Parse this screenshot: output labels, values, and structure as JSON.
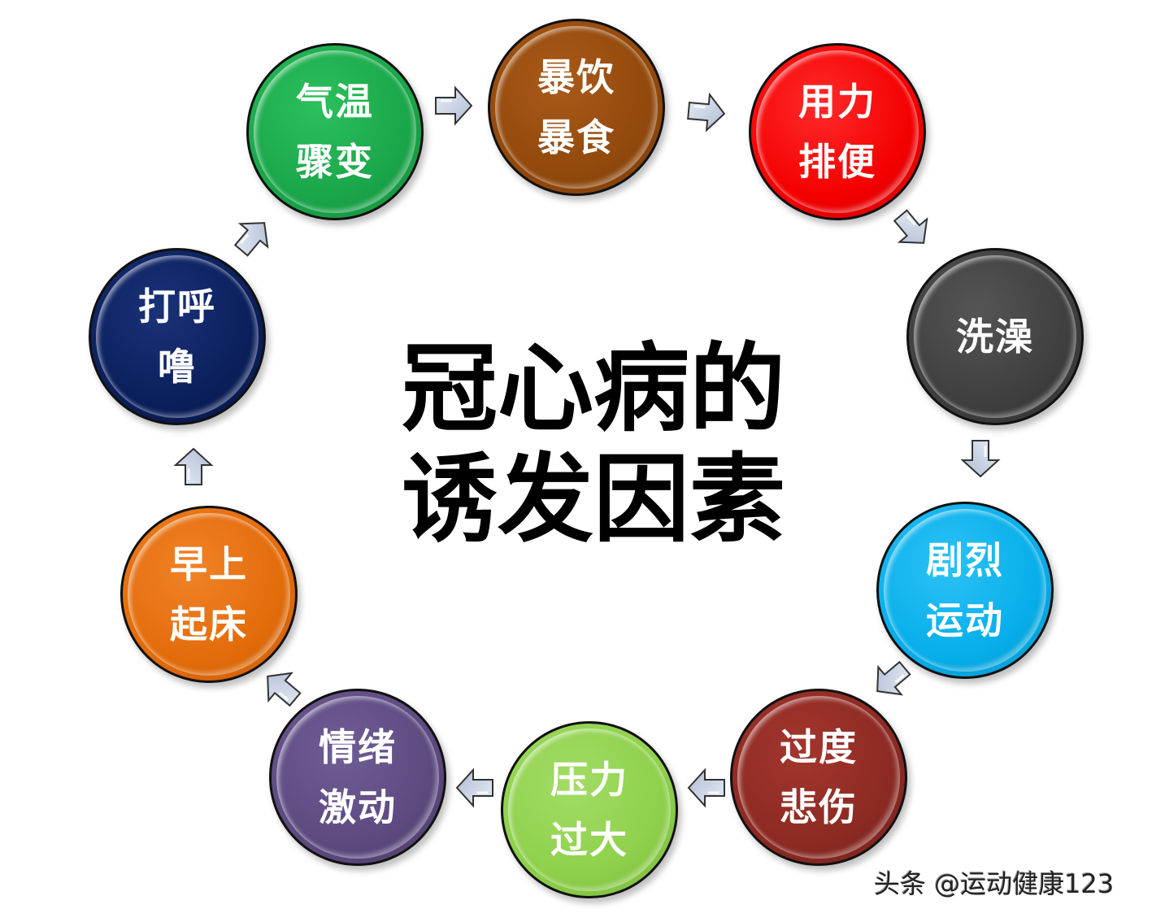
{
  "title": {
    "line1": "冠心病的",
    "line2": "诱发因素"
  },
  "nodes": [
    {
      "id": "qiwen",
      "line1": "气温",
      "line2": "骤变",
      "color": "#1aa64a"
    },
    {
      "id": "baoyin",
      "line1": "暴饮",
      "line2": "暴食",
      "color": "#92490c"
    },
    {
      "id": "yongli",
      "line1": "用力",
      "line2": "排便",
      "color": "#f40000"
    },
    {
      "id": "xizao",
      "line1": "洗澡",
      "line2": "",
      "color": "#3f3f3f"
    },
    {
      "id": "julie",
      "line1": "剧烈",
      "line2": "运动",
      "color": "#07aeea"
    },
    {
      "id": "guodu",
      "line1": "过度",
      "line2": "悲伤",
      "color": "#8c2a23"
    },
    {
      "id": "yali",
      "line1": "压力",
      "line2": "过大",
      "color": "#8ed04b"
    },
    {
      "id": "qingxu",
      "line1": "情绪",
      "line2": "激动",
      "color": "#5d4a80"
    },
    {
      "id": "zaoshang",
      "line1": "早上",
      "line2": "起床",
      "color": "#e36c0a"
    },
    {
      "id": "dahulu",
      "line1": "打呼",
      "line2": "噜",
      "color": "#0b1f5c"
    }
  ],
  "arrow_color": "#c5d0e2",
  "watermark": "头条 @运动健康123"
}
